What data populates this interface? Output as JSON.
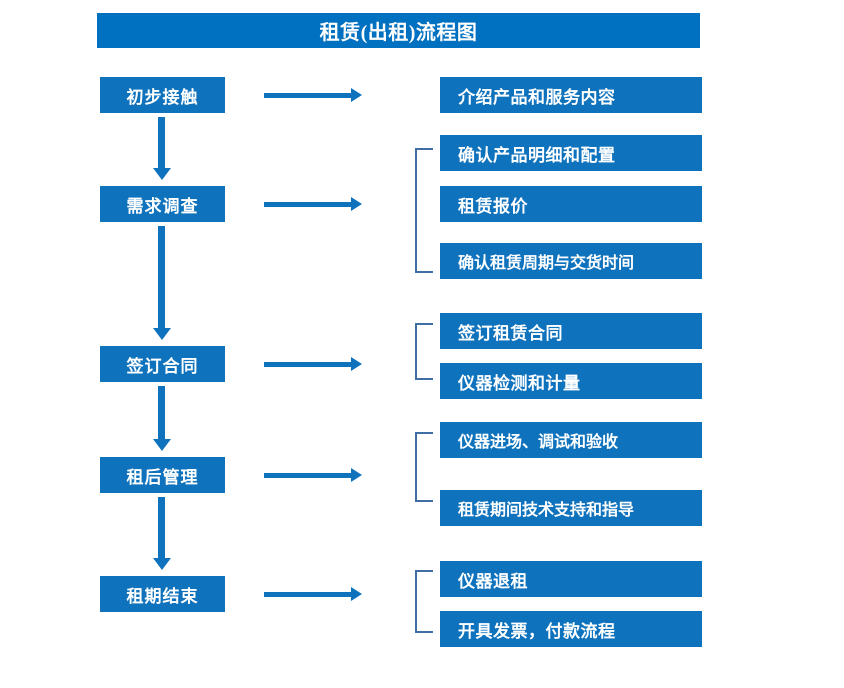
{
  "title": "租赁(出租)流程图",
  "colors": {
    "title_bar": "#0070c0",
    "box_fill": "#0f72bd",
    "box_text": "#ffffff",
    "arrow": "#0f72bd",
    "bracket": "#3d6fa5",
    "background": "#ffffff"
  },
  "stages": [
    {
      "label": "初步接触"
    },
    {
      "label": "需求调查"
    },
    {
      "label": "签订合同"
    },
    {
      "label": "租后管理"
    },
    {
      "label": "租期结束"
    }
  ],
  "details": [
    {
      "label": "介绍产品和服务内容"
    },
    {
      "label": "确认产品明细和配置"
    },
    {
      "label": "租赁报价"
    },
    {
      "label": "确认租赁周期与交货时间"
    },
    {
      "label": "签订租赁合同"
    },
    {
      "label": "仪器检测和计量"
    },
    {
      "label": "仪器进场、调试和验收"
    },
    {
      "label": "租赁期间技术支持和指导"
    },
    {
      "label": "仪器退租"
    },
    {
      "label": "开具发票，付款流程"
    }
  ],
  "groups": [
    {
      "stage": "需求调查",
      "detail_labels": [
        "确认产品明细和配置",
        "租赁报价",
        "确认租赁周期与交货时间"
      ]
    },
    {
      "stage": "签订合同",
      "detail_labels": [
        "签订租赁合同",
        "仪器检测和计量"
      ]
    },
    {
      "stage": "租后管理",
      "detail_labels": [
        "仪器进场、调试和验收",
        "租赁期间技术支持和指导"
      ]
    },
    {
      "stage": "租期结束",
      "detail_labels": [
        "仪器退租",
        "开具发票，付款流程"
      ]
    }
  ]
}
